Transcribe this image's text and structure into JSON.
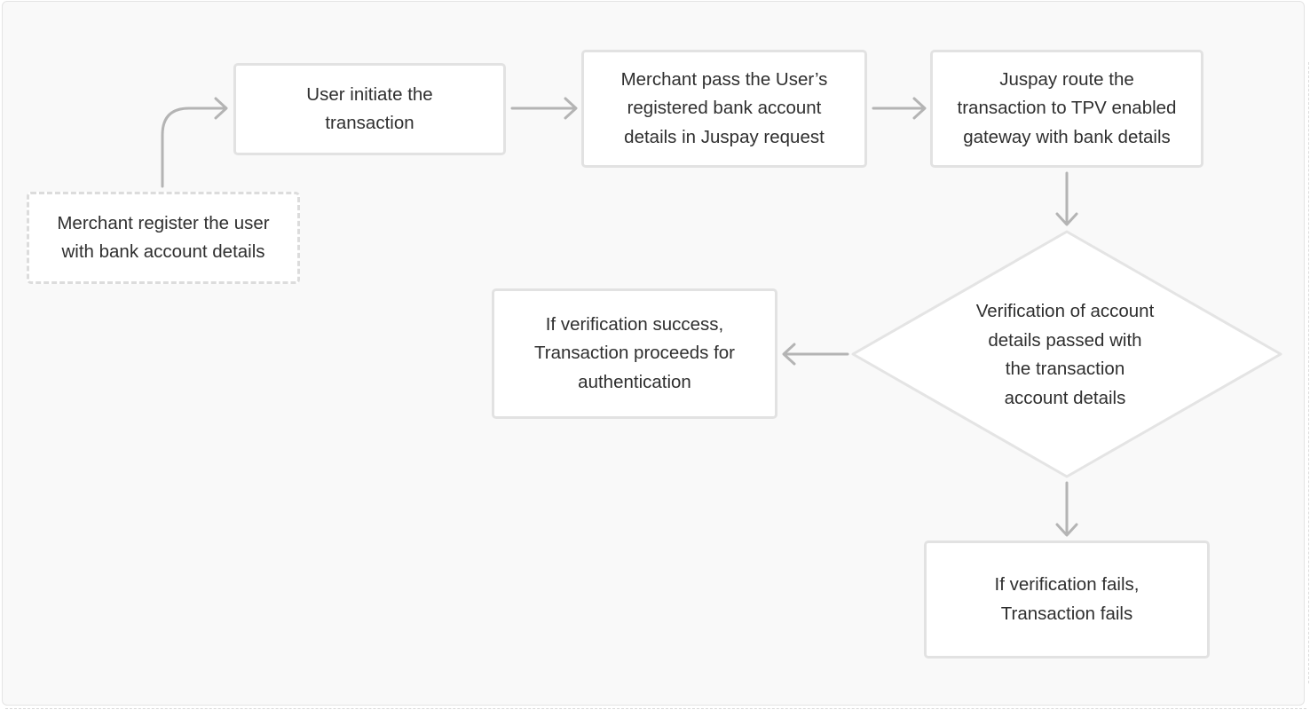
{
  "diagram": {
    "nodes": {
      "register": "Merchant register the user\nwith bank account details",
      "initiate": "User initiate the\ntransaction",
      "merchant_pass": "Merchant pass the User’s\nregistered bank account\ndetails in Juspay request",
      "juspay_route": "Juspay route the\ntransaction to TPV enabled\ngateway with bank details",
      "verification": "Verification of account\ndetails passed with\nthe transaction\naccount details",
      "success": "If verification success,\nTransaction proceeds for\nauthentication",
      "fails": "If verification fails,\nTransaction fails"
    },
    "colors": {
      "canvas": "#f9f9f9",
      "node_fill": "#ffffff",
      "node_border": "#e2e2e2",
      "connector": "#b4b4b4",
      "text": "#2f2f2f"
    }
  }
}
